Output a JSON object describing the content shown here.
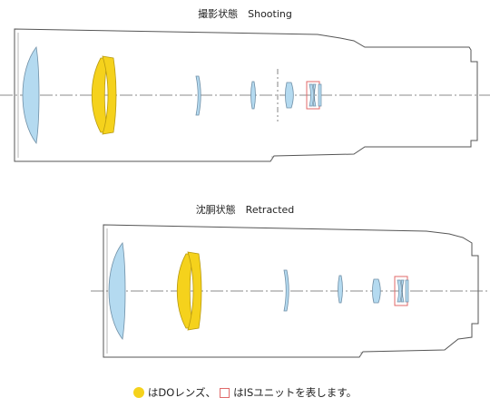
{
  "shooting": {
    "caption": "撮影状態　Shooting"
  },
  "retracted": {
    "caption": "沈胴状態　Retracted"
  },
  "legend": {
    "do_text": "はDOレンズ、",
    "is_text": "はISユニットを表します。"
  },
  "colors": {
    "do_lens": "#f5d21c",
    "do_lens_stroke": "#b89a10",
    "glass_fill": "#b4daf0",
    "glass_stroke": "#6f8fa6",
    "is_box": "#e06a6a",
    "barrel": "#555555",
    "axis": "#666666"
  },
  "icons": {
    "do_marker": "yellow-circle-icon",
    "is_marker": "red-square-outline-icon"
  }
}
